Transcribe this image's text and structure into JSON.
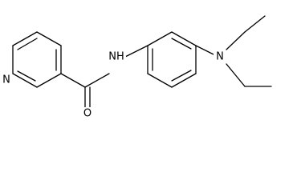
{
  "molecule": {
    "atoms": {
      "pyridine_n": "N",
      "carbonyl_o": "O",
      "amide_nh": "NH",
      "amine_n": "N"
    }
  }
}
